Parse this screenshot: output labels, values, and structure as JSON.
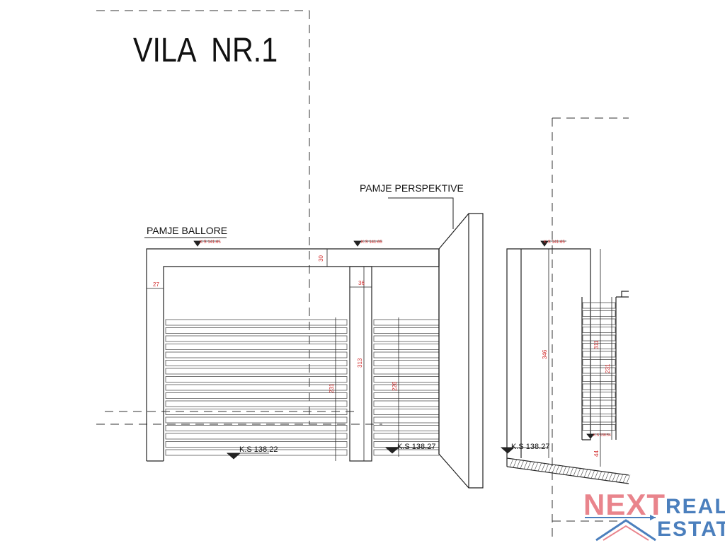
{
  "drawing": {
    "title": "VILA  NR.1",
    "view_front": "PAMJE BALLORE",
    "view_perspective": "PAMJE PERSPEKTIVE"
  },
  "levels": {
    "top_front_1": "K.S 141.65",
    "top_front_2": "K.S 141.65",
    "top_side": "K.S 141.65",
    "ground_left": "K.S 138.22",
    "ground_mid": "K.S 138.27",
    "ground_side": "K.S 138.27",
    "stair_side": "K.S 138.54"
  },
  "dimensions": {
    "slab": "30",
    "left_wall": "27",
    "pillar": "36",
    "height_313": "313",
    "height_231_left": "231",
    "height_226": "226",
    "height_346": "346",
    "height_311": "311",
    "height_231_right": "231",
    "height_44": "44"
  },
  "logo": {
    "next": "NEXT",
    "real": "REAL",
    "estate": "ESTATE"
  },
  "colors": {
    "line": "#111111",
    "dimension_text": "#d22b2b",
    "logo_pink": "#e9848c",
    "logo_blue": "#4b7fbd"
  }
}
